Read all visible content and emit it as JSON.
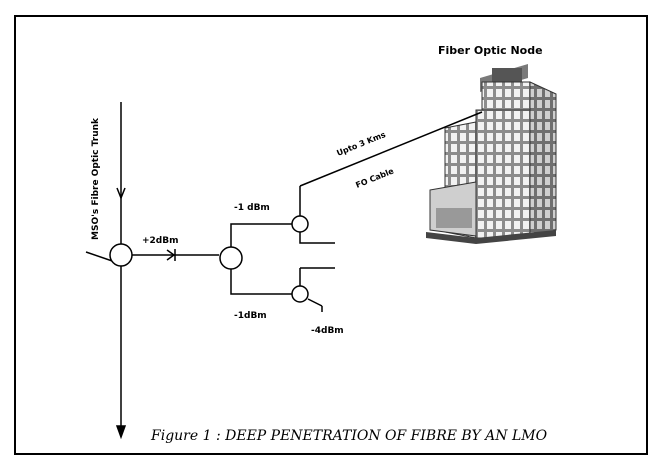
{
  "title": "Fiber Optic Node",
  "trunk_label": "MSO's Fibre Optic Trunk",
  "levels": {
    "plus2": "+2dBm",
    "minus1_top": "-1 dBm",
    "minus1_bottom": "-1dBm",
    "minus4": "-4dBm"
  },
  "cable": {
    "distance": "Upto 3 Kms",
    "type": "FO Cable"
  },
  "caption": "Figure 1 : DEEP PENETRATION OF FIBRE BY AN LMO",
  "colors": {
    "ink": "#000000",
    "building_light": "#d9d9d9",
    "building_mid": "#a9a9a9",
    "building_dark": "#6b6b6b"
  }
}
